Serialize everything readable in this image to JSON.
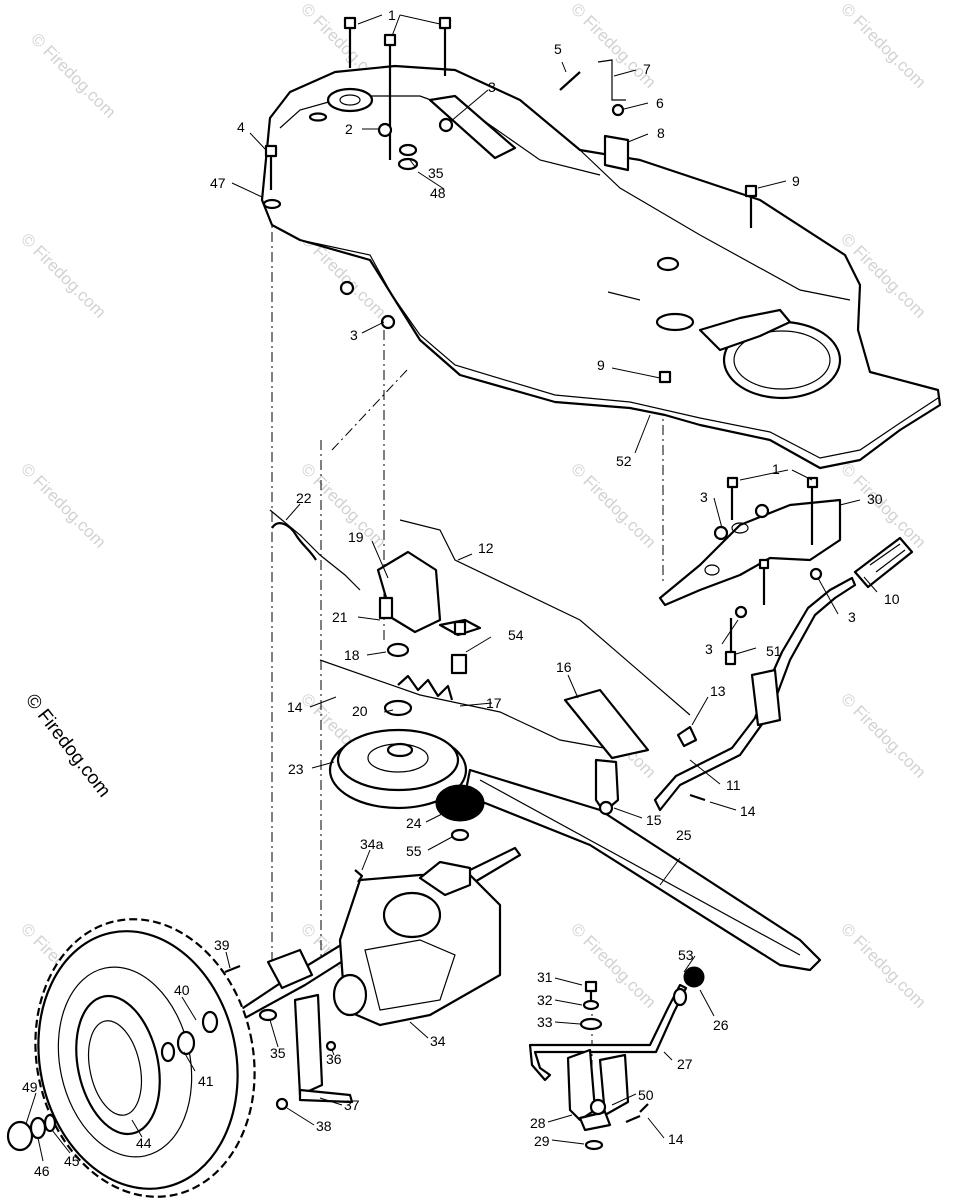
{
  "watermark_text": "© Firedog.com",
  "side_watermark_text": "© Firedog.com",
  "callouts": {
    "c1a": "1",
    "c1b": "1",
    "c2": "2",
    "c3a": "3",
    "c3b": "3",
    "c3c": "3",
    "c3d": "3",
    "c3e": "3",
    "c4": "4",
    "c5": "5",
    "c6": "6",
    "c7": "7",
    "c8": "8",
    "c9a": "9",
    "c9b": "9",
    "c10": "10",
    "c11": "11",
    "c12": "12",
    "c13": "13",
    "c14a": "14",
    "c14b": "14",
    "c14c": "14",
    "c15": "15",
    "c16": "16",
    "c17": "17",
    "c18": "18",
    "c19": "19",
    "c20": "20",
    "c21": "21",
    "c22": "22",
    "c23": "23",
    "c24": "24",
    "c25": "25",
    "c26": "26",
    "c27": "27",
    "c28": "28",
    "c29": "29",
    "c30": "30",
    "c31": "31",
    "c32": "32",
    "c33": "33",
    "c34": "34",
    "c34a": "34a",
    "c35a": "35",
    "c35b": "35",
    "c36": "36",
    "c37": "37",
    "c38": "38",
    "c39": "39",
    "c40": "40",
    "c41": "41",
    "c44": "44",
    "c45": "45",
    "c46": "46",
    "c47": "47",
    "c48": "48",
    "c49": "49",
    "c50": "50",
    "c51": "51",
    "c52": "52",
    "c53": "53",
    "c54": "54",
    "c55": "55"
  }
}
